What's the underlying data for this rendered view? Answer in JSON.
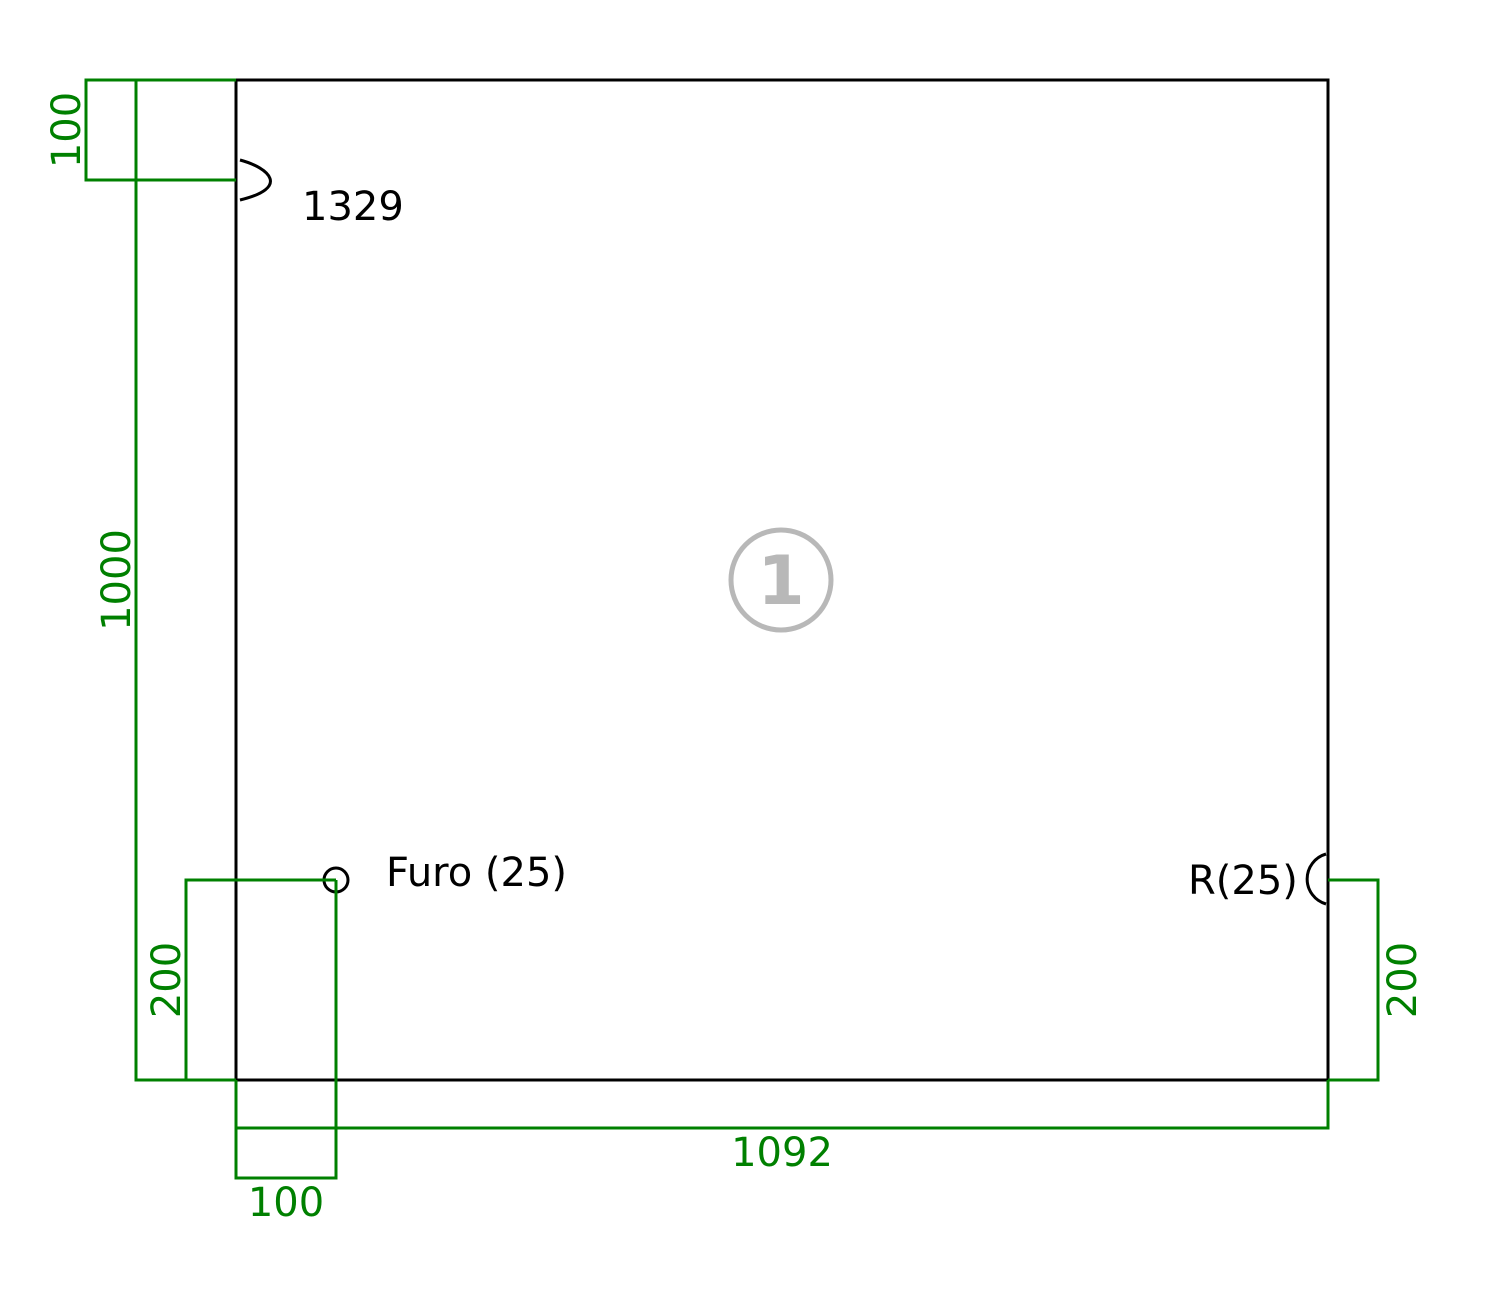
{
  "colors": {
    "dimension": "#008000",
    "outline": "#000000",
    "badge": "#b8b8b8"
  },
  "part": {
    "badge_number": "1",
    "notch_label": "1329",
    "hole_label": "Furo (25)",
    "radius_label": "R(25)"
  },
  "dimensions": {
    "top_offset": "100",
    "height": "1000",
    "hole_y_offset": "200",
    "radius_y_offset": "200",
    "width": "1092",
    "hole_x_offset": "100"
  }
}
